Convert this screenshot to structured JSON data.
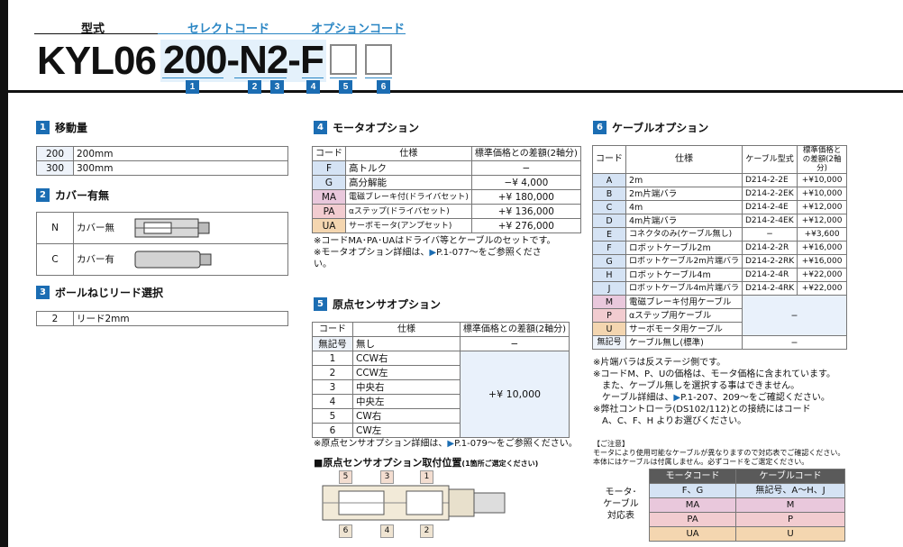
{
  "header": {
    "label_model": "型式",
    "label_select": "セレクトコード",
    "label_option": "オプションコード",
    "model_prefix": "KYL06",
    "model_select": "200-N2-F",
    "position_numbers": [
      "1",
      "2",
      "3",
      "4",
      "5",
      "6"
    ]
  },
  "sec1": {
    "num": "1",
    "title": "移動量",
    "rows": [
      [
        "200",
        "200mm"
      ],
      [
        "300",
        "300mm"
      ]
    ]
  },
  "sec2": {
    "num": "2",
    "title": "カバー有無",
    "rows": [
      [
        "N",
        "カバー無"
      ],
      [
        "C",
        "カバー有"
      ]
    ]
  },
  "sec3": {
    "num": "3",
    "title": "ボールねじリード選択",
    "rows": [
      [
        "2",
        "リード2mm"
      ]
    ]
  },
  "sec4": {
    "num": "4",
    "title": "モータオプション",
    "headers": [
      "コード",
      "仕様",
      "標準価格との差額(2軸分)"
    ],
    "rows": [
      [
        "F",
        "高トルク",
        "−"
      ],
      [
        "G",
        "高分解能",
        "−¥ 4,000"
      ],
      [
        "MA",
        "電磁ブレーキ付(ドライバセット)",
        "+¥ 180,000"
      ],
      [
        "PA",
        "αステップ(ドライバセット)",
        "+¥ 136,000"
      ],
      [
        "UA",
        "サーボモータ(アンプセット)",
        "+¥ 276,000"
      ]
    ],
    "notes": [
      "※コードMA･PA･UAはドライバ等とケーブルのセットです。",
      "※モータオプション詳細は、",
      "P.1-077〜をご参照くださ",
      "い。"
    ]
  },
  "sec5": {
    "num": "5",
    "title": "原点センサオプション",
    "headers": [
      "コード",
      "仕様",
      "標準価格との差額(2軸分)"
    ],
    "rows": [
      [
        "無記号",
        "無し",
        "−"
      ],
      [
        "1",
        "CCW右",
        ""
      ],
      [
        "2",
        "CCW左",
        ""
      ],
      [
        "3",
        "中央右",
        ""
      ],
      [
        "4",
        "中央左",
        ""
      ],
      [
        "5",
        "CW右",
        ""
      ],
      [
        "6",
        "CW左",
        ""
      ]
    ],
    "merged_price": "+¥ 10,000",
    "note_prefix": "※原点センサオプション詳細は、",
    "note_ref": "P.1-079〜をご参照ください。",
    "fig_title": "■原点センサオプション取付位置",
    "fig_sub": "(1箇所ご選定ください)",
    "fig_top": [
      "5",
      "3",
      "1"
    ],
    "fig_bottom": [
      "6",
      "4",
      "2"
    ]
  },
  "sec6": {
    "num": "6",
    "title": "ケーブルオプション",
    "headers": [
      "コード",
      "仕様",
      "ケーブル型式",
      "標準価格との差額(2軸分)"
    ],
    "rows": [
      [
        "A",
        "2m",
        "D214-2-2E",
        "+¥10,000"
      ],
      [
        "B",
        "2m片端バラ",
        "D214-2-2EK",
        "+¥10,000"
      ],
      [
        "C",
        "4m",
        "D214-2-4E",
        "+¥12,000"
      ],
      [
        "D",
        "4m片端バラ",
        "D214-2-4EK",
        "+¥12,000"
      ],
      [
        "E",
        "コネクタのみ(ケーブル無し)",
        "−",
        "+¥3,600"
      ],
      [
        "F",
        "ロボットケーブル2m",
        "D214-2-2R",
        "+¥16,000"
      ],
      [
        "G",
        "ロボットケーブル2m片端バラ",
        "D214-2-2RK",
        "+¥16,000"
      ],
      [
        "H",
        "ロボットケーブル4m",
        "D214-2-4R",
        "+¥22,000"
      ],
      [
        "J",
        "ロボットケーブル4m片端バラ",
        "D214-2-4RK",
        "+¥22,000"
      ],
      [
        "M",
        "電磁ブレーキ付用ケーブル",
        "",
        ""
      ],
      [
        "P",
        "αステップ用ケーブル",
        "",
        ""
      ],
      [
        "U",
        "サーボモータ用ケーブル",
        "",
        ""
      ],
      [
        "無記号",
        "ケーブル無し(標準)",
        "",
        ""
      ]
    ],
    "merged_dash": "−",
    "last_dash": "−",
    "notes": [
      "※片端バラは反ステージ側です。",
      "※コードM、P、Uの価格は、モータ価格に含まれています。",
      "また、ケーブル無しを選択する事はできません。",
      "ケーブル詳細は、",
      "P.1-207、209〜をご確認ください。",
      "※弊社コントローラ(DS102/112)との接続にはコード",
      "A、C、F、H よりお選びください。"
    ],
    "caution_title": "【ご注意】",
    "caution_1": "モータにより使用可能なケーブルが異なりますので対応表でご確認ください。",
    "caution_2": "本体にはケーブルは付属しません。必ずコードをご選定ください。",
    "corr_label": "モータ･ケーブル対応表",
    "corr_headers": [
      "モータコード",
      "ケーブルコード"
    ],
    "corr_rows": [
      [
        "F、G",
        "無記号、A〜H、J"
      ],
      [
        "MA",
        "M"
      ],
      [
        "PA",
        "P"
      ],
      [
        "UA",
        "U"
      ]
    ]
  }
}
